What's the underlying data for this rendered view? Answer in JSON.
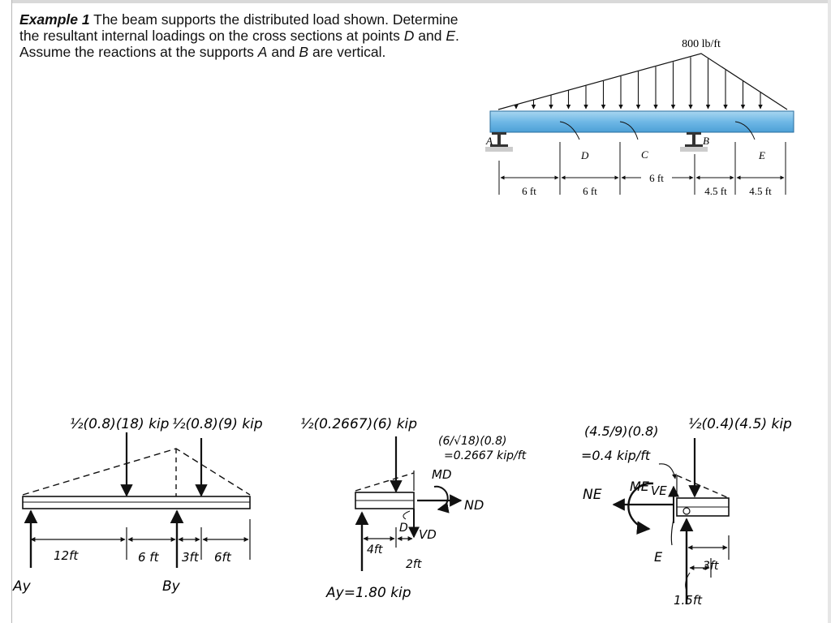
{
  "problem": {
    "heading": "Example 1",
    "line1_rest": "The beam supports the distributed load shown. Determine",
    "line2_a": "the resultant internal loadings on the cross sections at points ",
    "line2_D": "D",
    "line2_and": " and ",
    "line2_E": "E",
    "line2_end": ".",
    "line3_a": "Assume the reactions at the supports ",
    "line3_A": "A",
    "line3_and": " and ",
    "line3_B": "B",
    "line3_end": " are vertical."
  },
  "beam_figure": {
    "load_label": "800 lb/ft",
    "point_A": "A",
    "point_B": "B",
    "point_C": "C",
    "point_D": "D",
    "point_E": "E",
    "dims": [
      "6 ft",
      "6 ft",
      "6 ft",
      "4.5 ft",
      "4.5 ft"
    ]
  },
  "fbd_whole": {
    "force1": "½(0.8)(18) kip",
    "force2": "½(0.8)(9) kip",
    "dim1": "12ft",
    "dim2": "6 ft",
    "dim3": "3ft",
    "dim4": "6ft",
    "reaction_A": "Ay",
    "reaction_B": "By"
  },
  "fbd_D": {
    "force": "½(0.2667)(6) kip",
    "intensity_a": "(6/√18)(0.8)",
    "intensity_b": "=0.2667 kip/ft",
    "moment": "MD",
    "normal": "ND",
    "shear": "VD",
    "point": "D",
    "dim1": "4ft",
    "dim2": "2ft",
    "reaction": "Ay=1.80 kip"
  },
  "fbd_E": {
    "force_a": "(4.5/9)(0.8)",
    "force_b": "½(0.4)(4.5) kip",
    "intensity": "=0.4 kip/ft",
    "normal": "NE",
    "moment": "ME",
    "shear": "VE",
    "point": "E",
    "dim1": "3ft",
    "dim2": "1.5ft"
  }
}
